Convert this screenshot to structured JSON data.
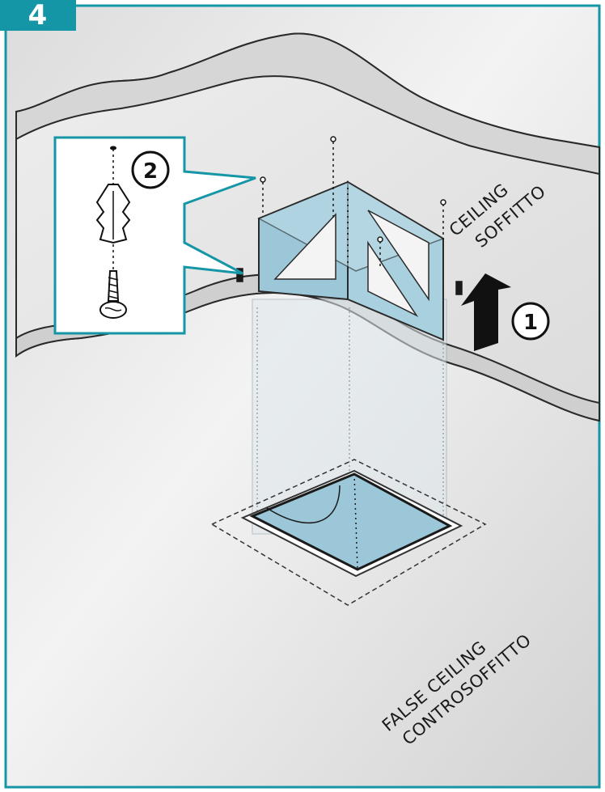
{
  "step": {
    "number": "4"
  },
  "callouts": {
    "arrow_step": "1",
    "fixing_step": "2"
  },
  "labels": {
    "ceiling_en": "CEILING",
    "ceiling_it": "SOFFITTO",
    "false_ceiling_en": "FALSE CEILING",
    "false_ceiling_it": "CONTROSOFFITTO"
  },
  "colors": {
    "frame_border": "#1596a7",
    "step_badge": "#1596a7",
    "bracket_fill": "#9cc7d9",
    "ceiling_fill": "#e6e6e6"
  },
  "icons": {
    "wall_plug": "wall-plug-icon",
    "screw": "screw-icon",
    "up_arrow": "up-arrow-icon"
  }
}
